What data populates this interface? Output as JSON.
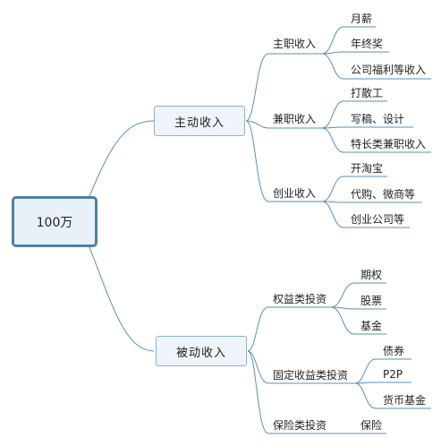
{
  "root": {
    "label": "100万"
  },
  "branches": [
    {
      "label": "主动收入",
      "children": [
        {
          "label": "主职收入",
          "items": [
            "月薪",
            "年终奖",
            "公司福利等收入"
          ]
        },
        {
          "label": "兼职收入",
          "items": [
            "打散工",
            "写稿、设计",
            "特长类兼职收入"
          ]
        },
        {
          "label": "创业收入",
          "items": [
            "开淘宝",
            "代购、微商等",
            "创业公司等"
          ]
        }
      ]
    },
    {
      "label": "被动收入",
      "children": [
        {
          "label": "权益类投资",
          "items": [
            "期权",
            "股票",
            "基金"
          ]
        },
        {
          "label": "固定收益类投资",
          "items": [
            "债券",
            "P2P",
            "货币基金"
          ]
        },
        {
          "label": "保险类投资",
          "items": [
            "保险"
          ]
        }
      ]
    }
  ],
  "colors": {
    "line": "#5a8fb9",
    "root_border": "#4f7fa8",
    "root_fill": "#e9f1f8",
    "box_border": "#8fb0cc",
    "box_fill": "#eef4fa"
  }
}
